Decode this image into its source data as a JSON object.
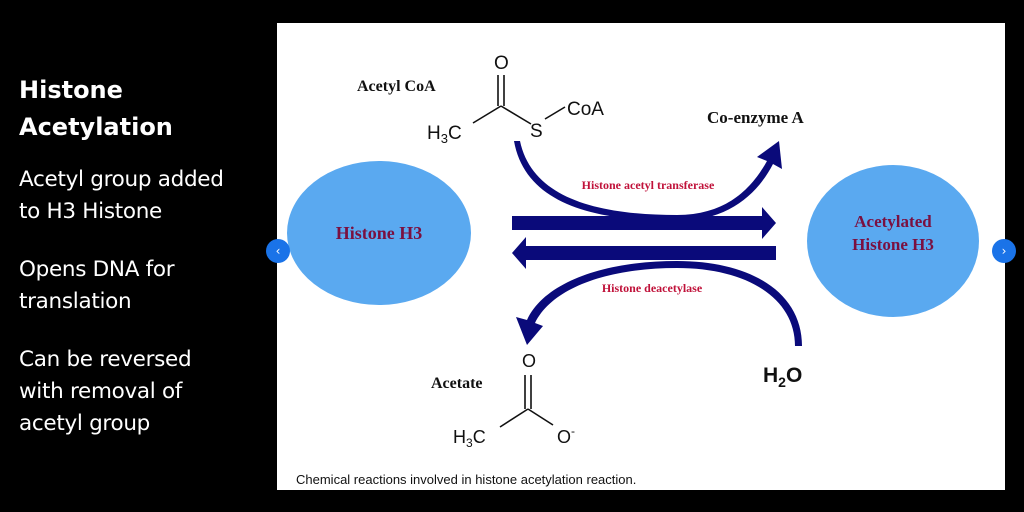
{
  "slide": {
    "title_line1": "Histone",
    "title_line2": "Acetylation",
    "bullets": [
      {
        "line1": "Acetyl group added",
        "line2": "to H3 Histone"
      },
      {
        "line1": "Opens DNA for",
        "line2": "translation"
      },
      {
        "line1": "Can be reversed",
        "line2": "with removal of",
        "line3": "acetyl group"
      }
    ]
  },
  "diagram": {
    "left_node": "Histone H3",
    "right_node_line1": "Acetylated",
    "right_node_line2": "Histone H3",
    "acetyl_coa_label": "Acetyl CoA",
    "coa": "CoA",
    "s_atom": "S",
    "o_atom": "O",
    "h3c": "H",
    "h3c_sub": "3",
    "h3c_c": "C",
    "coenzyme_a": "Co-enzyme A",
    "hat_enzyme": "Histone acetyl transferase",
    "hdac_enzyme": "Histone deacetylase",
    "acetate_label": "Acetate",
    "o_minus": "O",
    "minus": "-",
    "water_h": "H",
    "water_sub": "2",
    "water_o": "O",
    "caption": "Chemical reactions involved in histone acetylation reaction.",
    "colors": {
      "node_fill": "#5aa9f0",
      "arrow": "#0a0a7a",
      "enzyme_text": "#c0123a",
      "node_text": "#7a1040"
    }
  },
  "nav": {
    "prev_icon": "‹",
    "next_icon": "›"
  }
}
